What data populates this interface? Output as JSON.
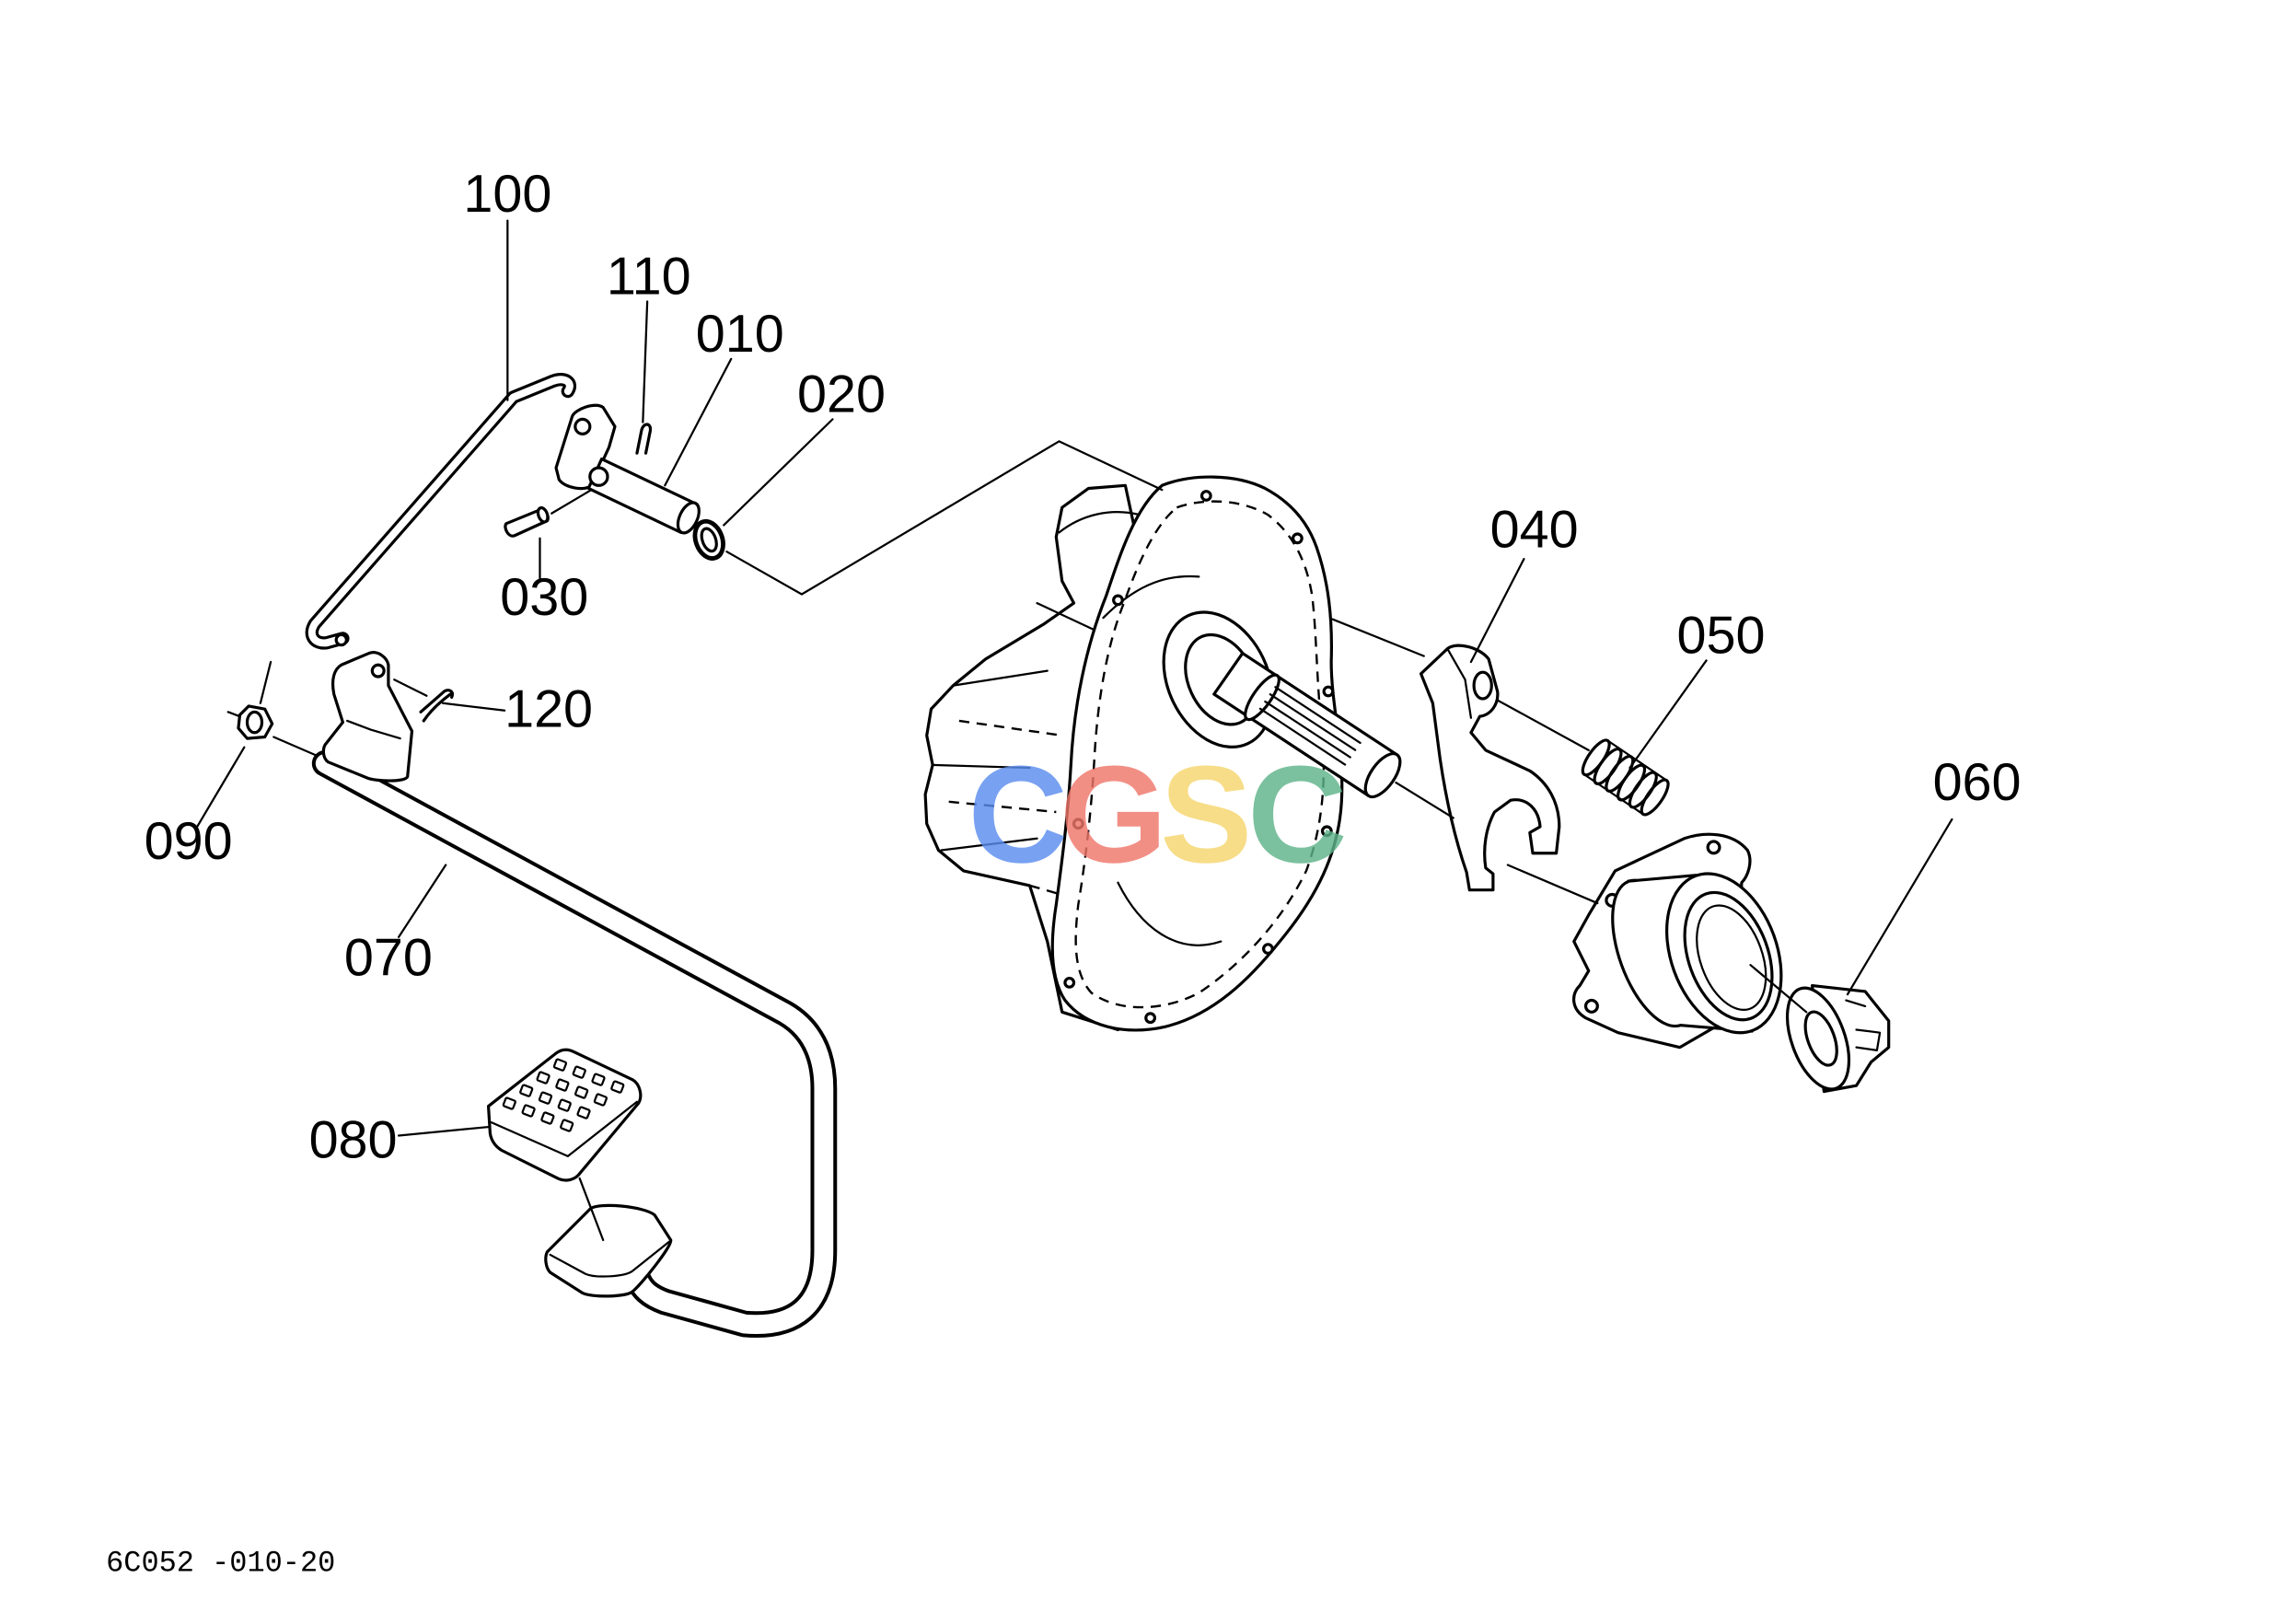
{
  "diagram": {
    "callouts": {
      "part_100": "100",
      "part_110": "110",
      "part_010": "010",
      "part_020": "020",
      "part_030": "030",
      "part_120": "120",
      "part_090": "090",
      "part_070": "070",
      "part_080": "080",
      "part_040": "040",
      "part_050": "050",
      "part_060": "060"
    },
    "drawing_number": "6C052 -010-20"
  },
  "watermark": {
    "letters": [
      "C",
      "G",
      "S",
      "C"
    ],
    "colors": [
      "#5B8DEF",
      "#F0776B",
      "#F6D66E",
      "#5FB48A"
    ]
  },
  "colors": {
    "line": "#000000",
    "background": "#FFFFFF"
  }
}
